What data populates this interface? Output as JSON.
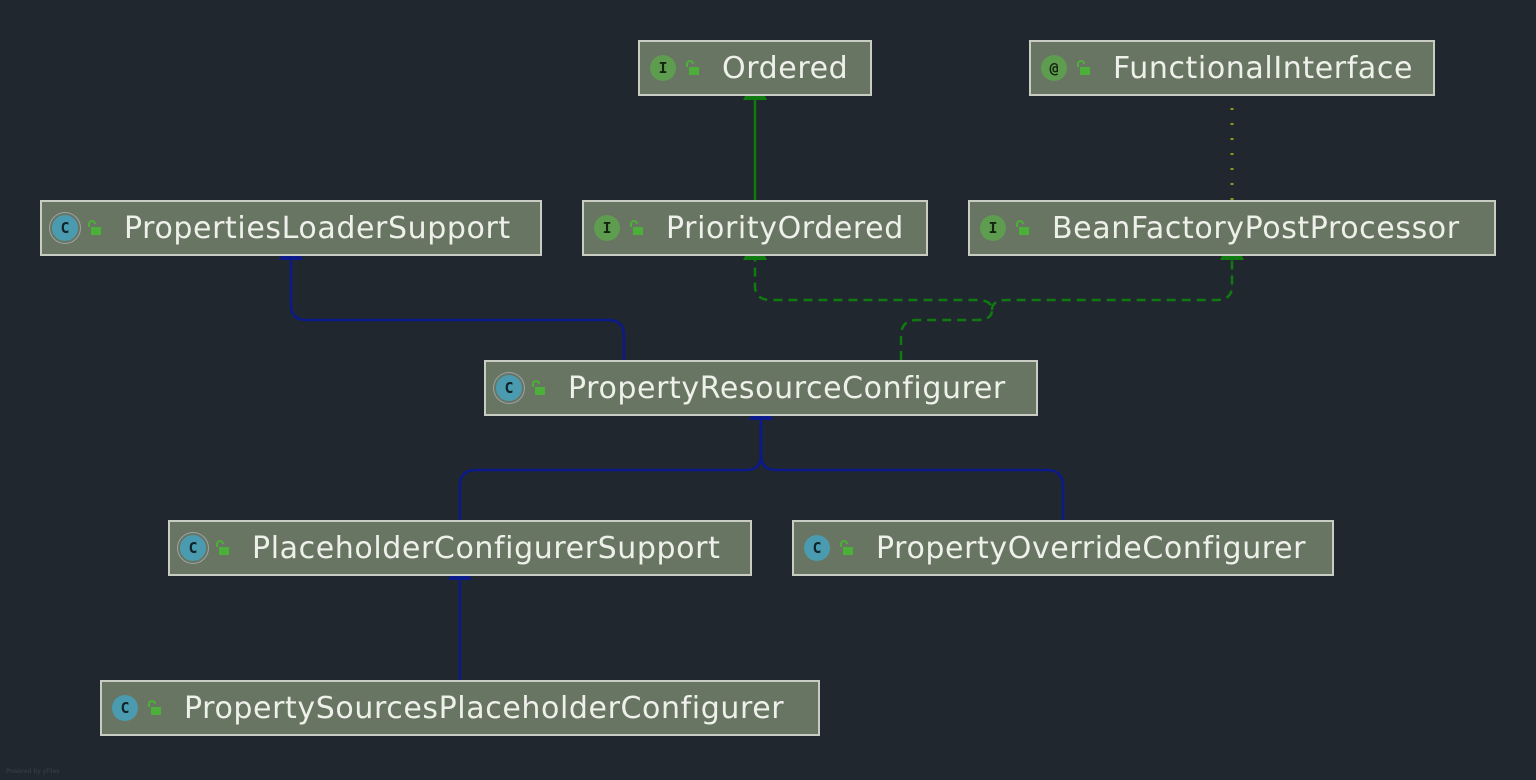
{
  "diagram": {
    "nodes": {
      "ordered": {
        "label": "Ordered",
        "kind": "I",
        "kind_name": "interface"
      },
      "functional_interface": {
        "label": "FunctionalInterface",
        "kind": "@",
        "kind_name": "annotation"
      },
      "properties_loader_support": {
        "label": "PropertiesLoaderSupport",
        "kind": "C",
        "kind_name": "abstract-class"
      },
      "priority_ordered": {
        "label": "PriorityOrdered",
        "kind": "I",
        "kind_name": "interface"
      },
      "bean_factory_post_processor": {
        "label": "BeanFactoryPostProcessor",
        "kind": "I",
        "kind_name": "interface"
      },
      "property_resource_configurer": {
        "label": "PropertyResourceConfigurer",
        "kind": "C",
        "kind_name": "abstract-class"
      },
      "placeholder_configurer_support": {
        "label": "PlaceholderConfigurerSupport",
        "kind": "C",
        "kind_name": "abstract-class"
      },
      "property_override_configurer": {
        "label": "PropertyOverrideConfigurer",
        "kind": "C",
        "kind_name": "class"
      },
      "property_sources_placeholder_configurer": {
        "label": "PropertySourcesPlaceholderConfigurer",
        "kind": "C",
        "kind_name": "class"
      }
    },
    "edges": [
      {
        "from": "PriorityOrdered",
        "to": "Ordered",
        "type": "extends-interface"
      },
      {
        "from": "BeanFactoryPostProcessor",
        "to": "FunctionalInterface",
        "type": "annotated-by"
      },
      {
        "from": "PropertyResourceConfigurer",
        "to": "PropertiesLoaderSupport",
        "type": "extends"
      },
      {
        "from": "PropertyResourceConfigurer",
        "to": "PriorityOrdered",
        "type": "implements"
      },
      {
        "from": "PropertyResourceConfigurer",
        "to": "BeanFactoryPostProcessor",
        "type": "implements"
      },
      {
        "from": "PlaceholderConfigurerSupport",
        "to": "PropertyResourceConfigurer",
        "type": "extends"
      },
      {
        "from": "PropertyOverrideConfigurer",
        "to": "PropertyResourceConfigurer",
        "type": "extends"
      },
      {
        "from": "PropertySourcesPlaceholderConfigurer",
        "to": "PlaceholderConfigurerSupport",
        "type": "extends"
      }
    ],
    "colors": {
      "background": "#21272e",
      "node_fill": "#697563",
      "node_border": "#c8ccc2",
      "extends_edge": "#0b1a8a",
      "implements_edge": "#0f7a0f",
      "annotation_edge": "#8a9a1a"
    }
  },
  "watermark": "Powered by yFiles"
}
